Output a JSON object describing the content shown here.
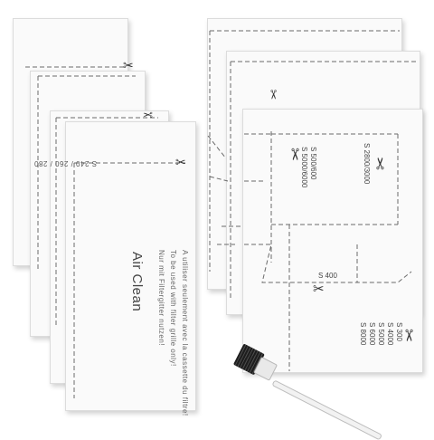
{
  "left_filter": {
    "brand": "Air Clean",
    "model_codes": "S 240 / 260 / 280",
    "instructions": [
      "Nur mit Filtergitter nutzen!",
      "To be used with filter grille only!",
      "A utiliser seulement avec la cassette du filtre!"
    ]
  },
  "right_filter": {
    "codes_top": [
      "S 500/600",
      "S 5000/6000"
    ],
    "code_top_right": "S 2800/3000",
    "code_middle": "S 400",
    "codes_bottom": [
      "S 300",
      "S 4000",
      "S 5000",
      "S 6000",
      "S 8000"
    ]
  },
  "icons": {
    "cut_marker": "scissors-icon",
    "cleaning_tool": "brush-icon"
  },
  "colors": {
    "sheet": "#fafafa",
    "print": "#444444",
    "bristles": "#1d1d1d"
  }
}
